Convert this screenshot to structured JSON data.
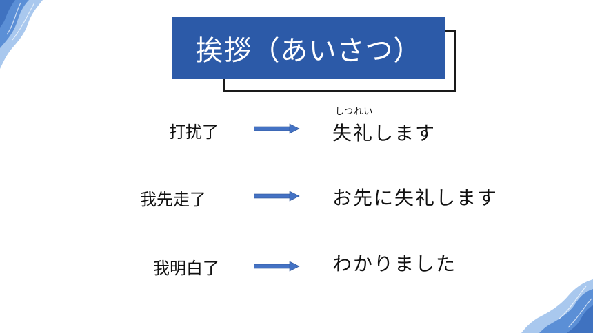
{
  "title": "挨拶（あいさつ）",
  "colors": {
    "title_bg": "#2c5aa8",
    "arrow": "#4472c4",
    "decor_dark": "#5b8fd6",
    "decor_light": "#a9c8ee"
  },
  "rows": [
    {
      "chinese": "打扰了",
      "japanese": "失礼します",
      "ruby": "しつれい"
    },
    {
      "chinese": "我先走了",
      "japanese": "お先に失礼します"
    },
    {
      "chinese": "我明白了",
      "japanese": "わかりました"
    }
  ]
}
